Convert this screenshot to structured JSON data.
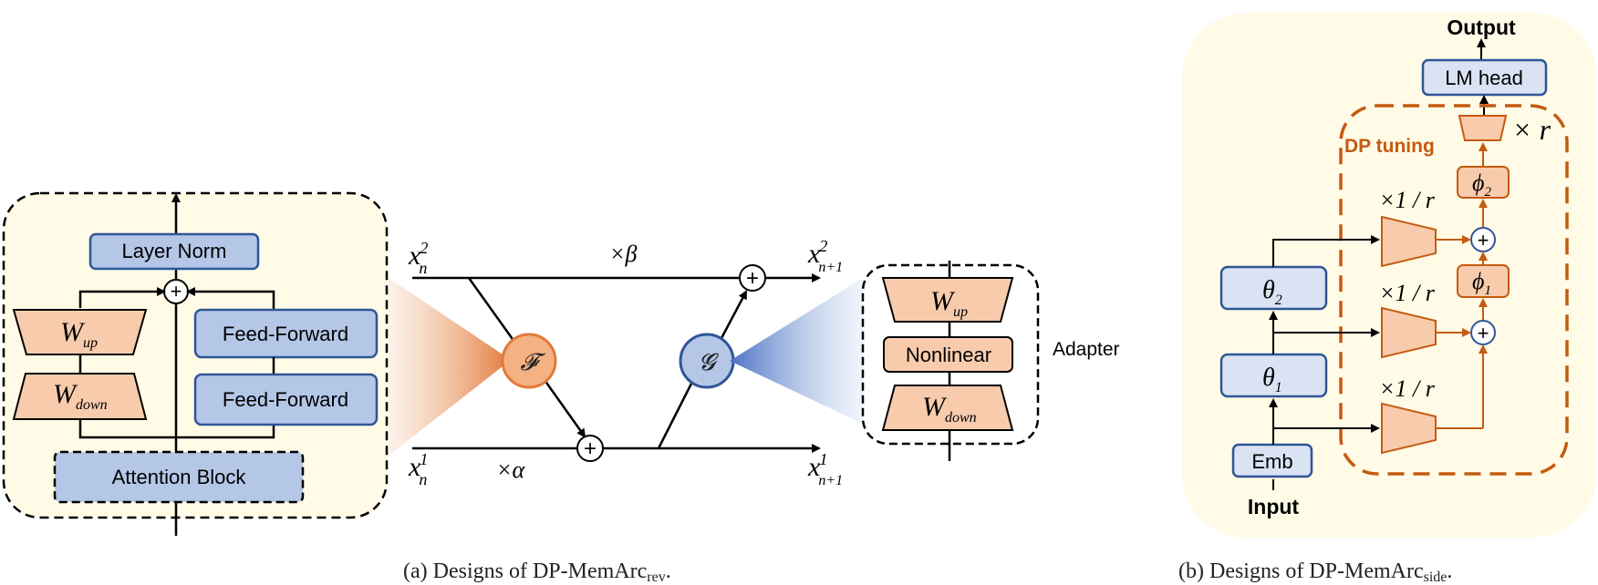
{
  "left": {
    "layer_norm": "Layer Norm",
    "feed_forward_1": "Feed-Forward",
    "feed_forward_2": "Feed-Forward",
    "attention_block": "Attention Block",
    "w_up": {
      "base": "W",
      "sub": "up"
    },
    "w_down": {
      "base": "W",
      "sub": "down"
    }
  },
  "middle": {
    "x_n2": {
      "base": "x",
      "sub": "n",
      "sup": "2"
    },
    "x_n1": {
      "base": "x",
      "sub": "n",
      "sup": "1"
    },
    "x_np1_2": {
      "base": "x",
      "sub": "n+1",
      "sup": "2"
    },
    "x_np1_1": {
      "base": "x",
      "sub": "n+1",
      "sup": "1"
    },
    "beta": "×β",
    "alpha": "×α",
    "f_symbol": "𝓕",
    "g_symbol": "𝓖",
    "plus": "+"
  },
  "adapter": {
    "label": "Adapter",
    "nonlinear": "Nonlinear",
    "w_up": {
      "base": "W",
      "sub": "up"
    },
    "w_down": {
      "base": "W",
      "sub": "down"
    }
  },
  "right": {
    "output": "Output",
    "lm_head": "LM head",
    "dp_tuning": "DP tuning",
    "times_r": "× r",
    "times_inv_r": "×1 / r",
    "phi2": {
      "base": "ϕ",
      "sub": "2"
    },
    "phi1": {
      "base": "ϕ",
      "sub": "1"
    },
    "theta2": {
      "base": "θ",
      "sub": "2"
    },
    "theta1": {
      "base": "θ",
      "sub": "1"
    },
    "emb": "Emb",
    "input": "Input"
  },
  "captions": {
    "a": {
      "text": "(a) Designs of DP-MemArc",
      "sub": "rev",
      "end": "."
    },
    "b": {
      "text": "(b) Designs of DP-MemArc",
      "sub": "side",
      "end": "."
    }
  },
  "colors": {
    "blue_fill": "#b4c7e7",
    "blue_stroke": "#2f5597",
    "orange_fill": "#f8cbad",
    "orange_stroke": "#c55a11",
    "cream": "#fffbe6"
  }
}
